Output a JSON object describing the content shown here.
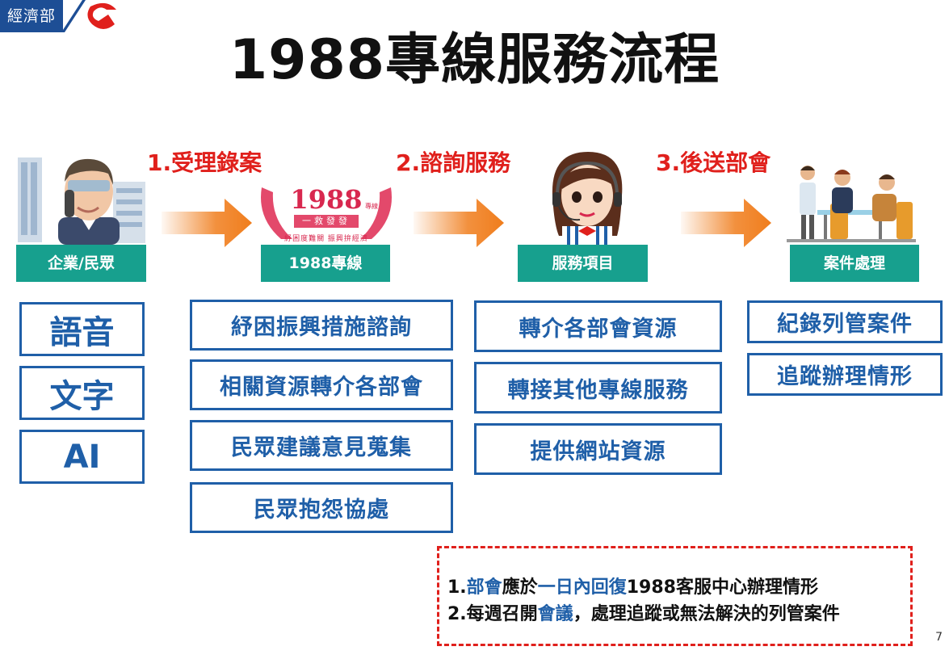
{
  "logo": {
    "text": "經濟部"
  },
  "title": "1988專線服務流程",
  "steps": [
    {
      "label": "1.受理錄案"
    },
    {
      "label": "2.諮詢服務"
    },
    {
      "label": "3.後送部會"
    }
  ],
  "nodes": [
    {
      "label": "企業/民眾"
    },
    {
      "label": "1988專線"
    },
    {
      "label": "服務項目"
    },
    {
      "label": "案件處理"
    }
  ],
  "hotline_logo": {
    "number": "1988",
    "line1": "一",
    "line2": "救",
    "line3": "發",
    "line4": "發",
    "line5": "專線",
    "subtitle": "紓困度難關 振興拚經濟"
  },
  "columns": {
    "channels": [
      "語音",
      "文字",
      "AI"
    ],
    "hotline": [
      "紓困振興措施諮詢",
      "相關資源轉介各部會",
      "民眾建議意見蒐集",
      "民眾抱怨協處"
    ],
    "services": [
      "轉介各部會資源",
      "轉接其他專線服務",
      "提供網站資源"
    ],
    "cases": [
      "紀錄列管案件",
      "追蹤辦理情形"
    ]
  },
  "note": {
    "line1": [
      {
        "text": "1.",
        "hl": false
      },
      {
        "text": "部會",
        "hl": true
      },
      {
        "text": "應於",
        "hl": false
      },
      {
        "text": "一日內回復",
        "hl": true
      },
      {
        "text": "1988客服中心辦理情形",
        "hl": false
      }
    ],
    "line2": [
      {
        "text": "2.每週召開",
        "hl": false
      },
      {
        "text": "會議",
        "hl": true
      },
      {
        "text": "，處理追蹤或無法解決的列管案件",
        "hl": false
      }
    ]
  },
  "page_number": "7",
  "colors": {
    "accent_red": "#e0201c",
    "teal": "#17a08e",
    "blue": "#1f5fa8",
    "arrow_orange": "#f07d1c"
  }
}
